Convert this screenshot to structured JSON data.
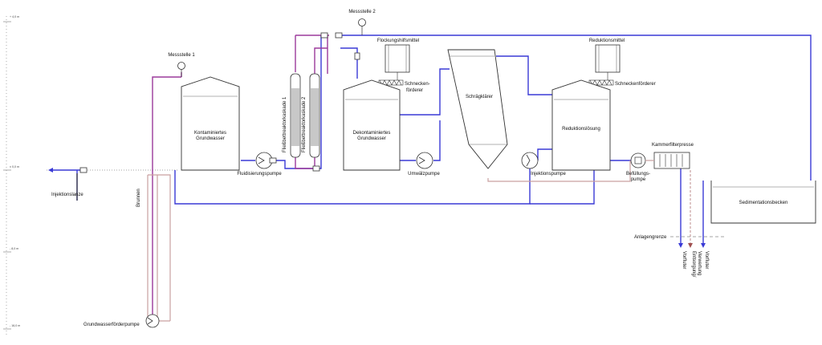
{
  "labels": {
    "messstelle_1": "Messstelle 1",
    "messstelle_2": "Messstelle 2",
    "flockungshilfsmittel": "Flockungshilfsmittel",
    "reduktionsmittel": "Reduktionsmittel",
    "schnecken_1_line1": "Schnecken-",
    "schnecken_1_line2": "förderer",
    "schneckenfoerderer_2": "Schneckenförderer",
    "kontaminiertes_line1": "Kontaminiertes",
    "kontaminiertes_line2": "Grundwasser",
    "dekontaminiertes_line1": "Dekontaminiertes",
    "dekontaminiertes_line2": "Grundwasser",
    "schraegklaerer": "Schrägklärer",
    "reduktionsloesung": "Reduktionslösung",
    "kammerfilterpresse": "Kammerfilterpresse",
    "fluidisierungspumpe": "Fluidisierungspumpe",
    "umwaelzpumpe": "Umwälzpumpe",
    "injektionspumpe": "Injektionspumpe",
    "befuellungspumpe_line1": "Befüllungs-",
    "befuellungspumpe_line2": "pumpe",
    "sedimentationsbecken": "Sedimentationsbecken",
    "injektionslanze": "Injektionslanze",
    "brunnen": "Brunnen",
    "grundwasserfoerderpumpe": "Grundwasserförderpumpe",
    "anlagengrenze": "Anlagengrenze",
    "fbk1": "Fließbettreaktorkaskade 1",
    "fbk2": "Fließbettreaktorkaskade 2",
    "vorfluter_1": "Vorfluter",
    "entsorgung": "Entsorgung/",
    "verwertung": "Verwertung",
    "vorfluter_2": "Vorfluter"
  },
  "depth_marks": [
    "+ 4,0 m",
    "± 0,0 m",
    "- 8,0 m",
    "- 16,0 m"
  ],
  "colors": {
    "water_pipe": "#3a3ad6",
    "purple_pipe": "#9b3a9b",
    "sludge_pipe": "#c9a0a0",
    "boundary": "#888888"
  }
}
